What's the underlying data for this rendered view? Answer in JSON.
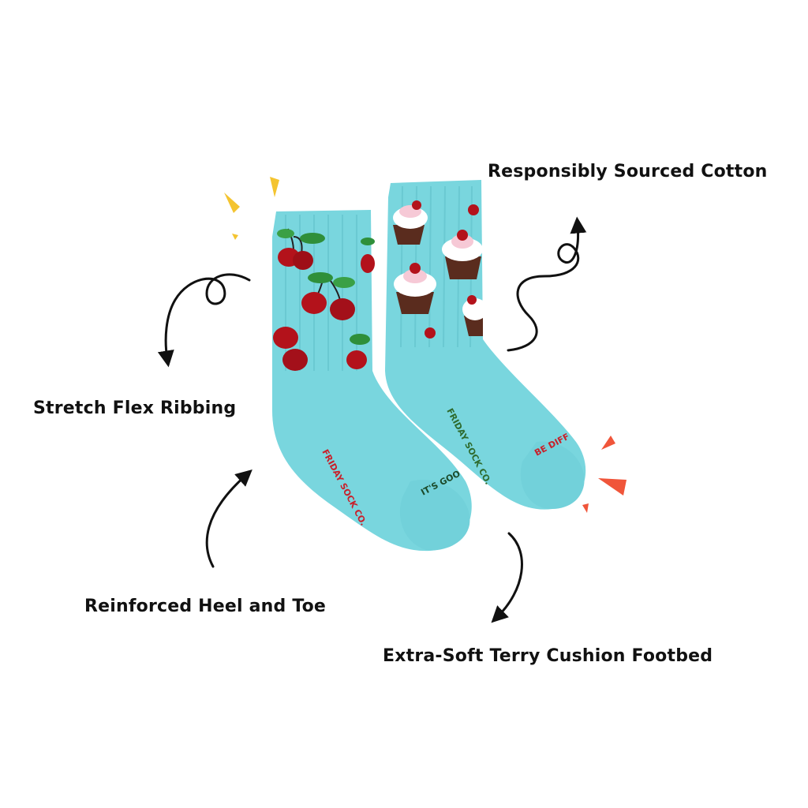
{
  "features": {
    "cotton": "Responsibly Sourced Cotton",
    "ribbing": "Stretch Flex Ribbing",
    "heel_toe": "Reinforced Heel and Toe",
    "footbed": "Extra-Soft Terry Cushion Footbed"
  },
  "sock_text": {
    "left_brand": "FRIDAY SOCK CO.",
    "left_toe": "IT'S GOO",
    "right_brand": "FRIDAY SOCK CO.",
    "right_toe": "BE DIFF"
  },
  "colors": {
    "sock": "#79d6de",
    "sock_shade": "#5fc3cc",
    "cherry": "#b3121b",
    "leaf": "#2f8f3a",
    "brand_red": "#c8202a",
    "brand_green": "#2e6b2e",
    "accent_yellow": "#f4c430",
    "accent_red": "#f0553a",
    "text": "#111111"
  },
  "icons": {
    "arrows": "curly-arrow-icon",
    "sparks": "spark-icon"
  }
}
